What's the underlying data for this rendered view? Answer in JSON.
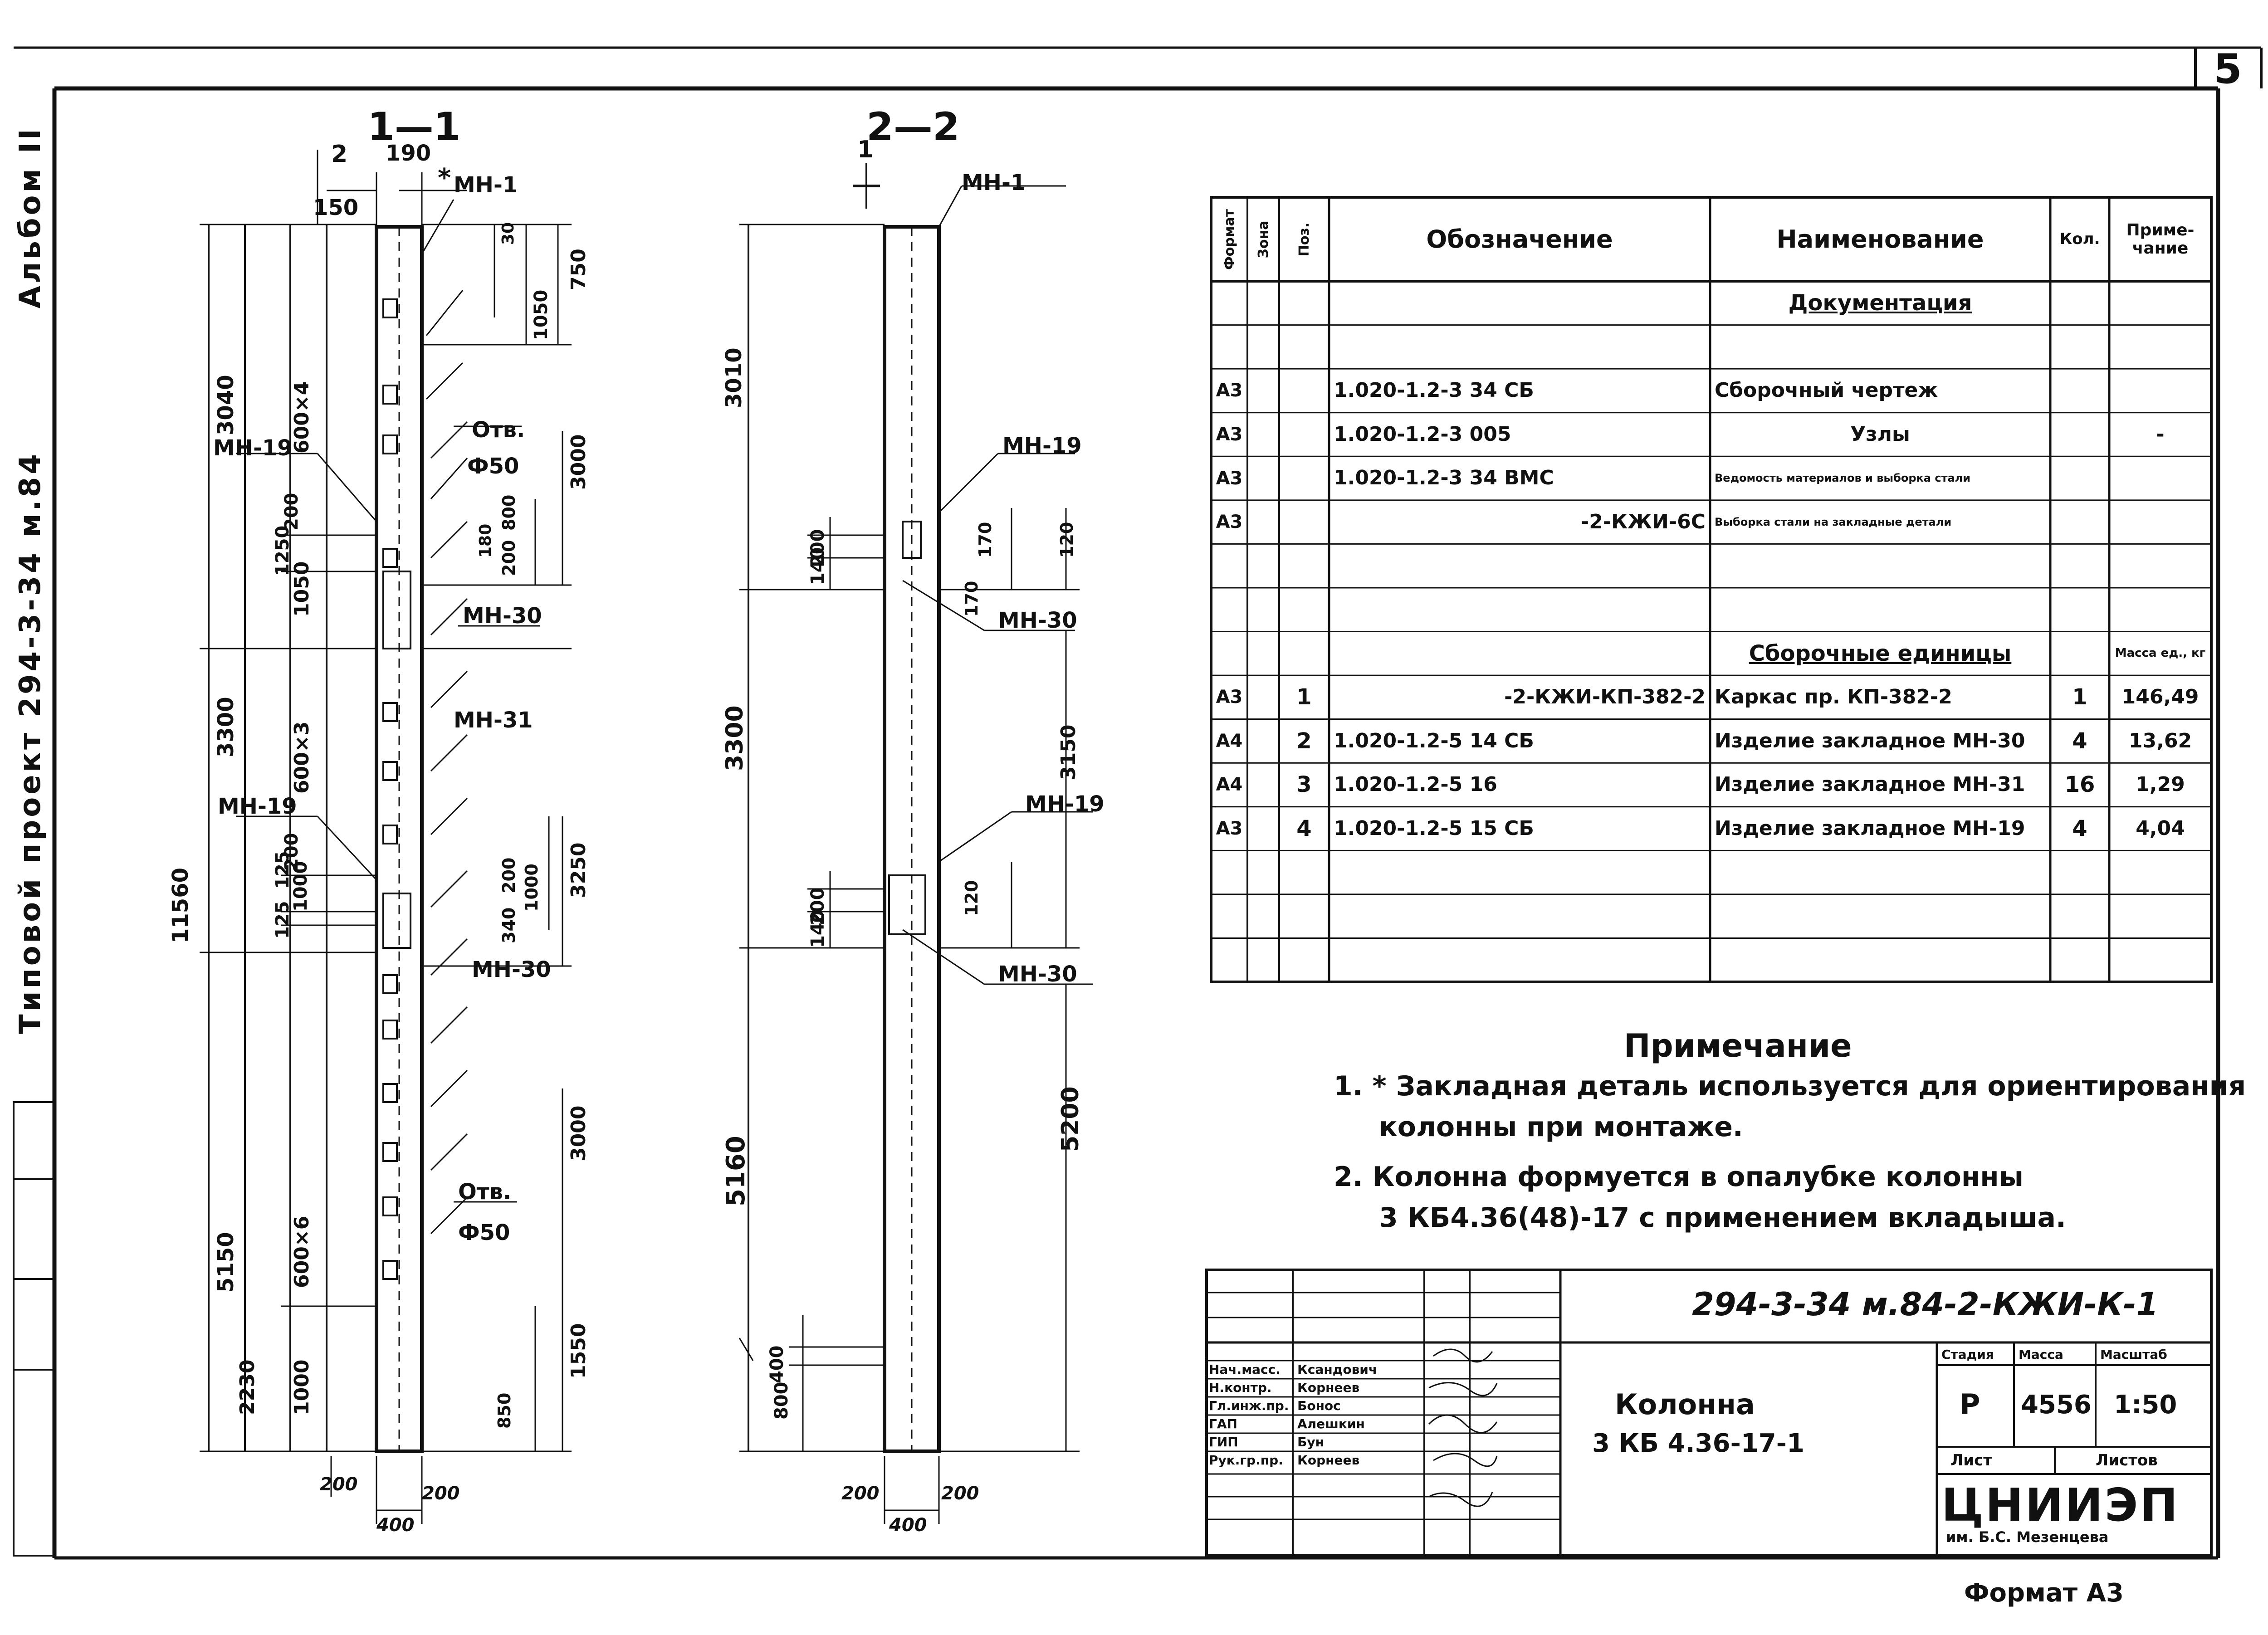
{
  "sheet_number": "5",
  "format_label": "Формат А3",
  "side_labels": {
    "album": "Альбом II",
    "project": "Типовой проект 294-3-34 м.84"
  },
  "section_1": {
    "title": "1—1",
    "dims_left": [
      "150",
      "3040",
      "600×4",
      "3300",
      "600×3",
      "11560",
      "5150",
      "600×6",
      "2230",
      "1000",
      "2",
      "190",
      "1050",
      "1250",
      "200",
      "125",
      "1000",
      "125",
      "200"
    ],
    "dims_right": [
      "750",
      "1050",
      "30",
      "3000",
      "800",
      "200",
      "3250",
      "200",
      "1000",
      "340",
      "3000",
      "1550",
      "850",
      "180"
    ],
    "bottom_dims": [
      "200",
      "200",
      "400"
    ],
    "labels": [
      "МН-1",
      "МН-19",
      "Отв.",
      "Ф50",
      "МН-30",
      "МН-31",
      "МН-19",
      "МН-30",
      "Отв.",
      "Ф50"
    ],
    "star_mark": "*"
  },
  "section_2": {
    "title": "2—2",
    "mark": "1",
    "dims_left": [
      "3010",
      "200",
      "140",
      "3300",
      "200",
      "140",
      "5160",
      "400",
      "800"
    ],
    "dims_right": [
      "170",
      "120",
      "170",
      "3150",
      "120",
      "5200"
    ],
    "bottom_dims": [
      "200",
      "200",
      "400"
    ],
    "labels": [
      "МН-1",
      "МН-19",
      "МН-30",
      "МН-19",
      "МН-30"
    ]
  },
  "spec_table": {
    "headers": [
      "Формат",
      "Зона",
      "Поз.",
      "Обозначение",
      "Наименование",
      "Кол.",
      "Приме-чание"
    ],
    "rows": [
      [
        "",
        "",
        "",
        "",
        "Документация",
        "",
        ""
      ],
      [
        "",
        "",
        "",
        "",
        "",
        "",
        ""
      ],
      [
        "А3",
        "",
        "",
        "1.020-1.2-3 34 СБ",
        "Сборочный чертеж",
        "",
        ""
      ],
      [
        "А3",
        "",
        "",
        "1.020-1.2-3 005",
        "Узлы",
        "",
        "-"
      ],
      [
        "А3",
        "",
        "",
        "1.020-1.2-3 34 ВМС",
        "Ведомость материалов и выборка стали",
        "",
        ""
      ],
      [
        "А3",
        "",
        "",
        "-2-КЖИ-6С",
        "Выборка стали на закладные детали",
        "",
        ""
      ],
      [
        "",
        "",
        "",
        "",
        "",
        "",
        ""
      ],
      [
        "",
        "",
        "",
        "",
        "",
        "",
        ""
      ],
      [
        "",
        "",
        "",
        "",
        "Сборочные единицы",
        "",
        "Масса ед., кг"
      ],
      [
        "А3",
        "",
        "1",
        "-2-КЖИ-КП-382-2",
        "Каркас пр. КП-382-2",
        "1",
        "146,49"
      ],
      [
        "А4",
        "",
        "2",
        "1.020-1.2-5 14 СБ",
        "Изделие закладное МН-30",
        "4",
        "13,62"
      ],
      [
        "А4",
        "",
        "3",
        "1.020-1.2-5 16",
        "Изделие закладное МН-31",
        "16",
        "1,29"
      ],
      [
        "А3",
        "",
        "4",
        "1.020-1.2-5 15 СБ",
        "Изделие закладное МН-19",
        "4",
        "4,04"
      ],
      [
        "",
        "",
        "",
        "",
        "",
        "",
        ""
      ],
      [
        "",
        "",
        "",
        "",
        "",
        "",
        ""
      ],
      [
        "",
        "",
        "",
        "",
        "",
        "",
        ""
      ]
    ]
  },
  "notes": {
    "title": "Примечание",
    "items": [
      "1. * Закладная деталь используется для ориентирования",
      "    колонны при монтаже.",
      "2. Колонна формуется в опалубке колонны",
      "    3 КБ4.36(48)-17 с применением вкладыша."
    ]
  },
  "title_block": {
    "doc_code": "294-3-34 м.84-2-КЖИ-К-1",
    "name_line1": "Колонна",
    "name_line2": "3 КБ 4.36-17-1",
    "col_labels": [
      "Стадия",
      "Масса",
      "Масштаб"
    ],
    "stage": "Р",
    "mass": "4556",
    "scale": "1:50",
    "sheet_label": "Лист",
    "sheets_label": "Листов",
    "org": "ЦНИИЭП",
    "org_sub": "им. Б.С. Мезенцева",
    "staff": [
      {
        "role": "Нач.масс.",
        "name": "Ксандович"
      },
      {
        "role": "Н.контр.",
        "name": "Корнеев"
      },
      {
        "role": "Гл.инж.пр.",
        "name": "Бонос"
      },
      {
        "role": "ГАП",
        "name": "Алешкин"
      },
      {
        "role": "ГИП",
        "name": "Бун"
      },
      {
        "role": "Рук.гр.пр.",
        "name": "Корнеев"
      }
    ]
  }
}
